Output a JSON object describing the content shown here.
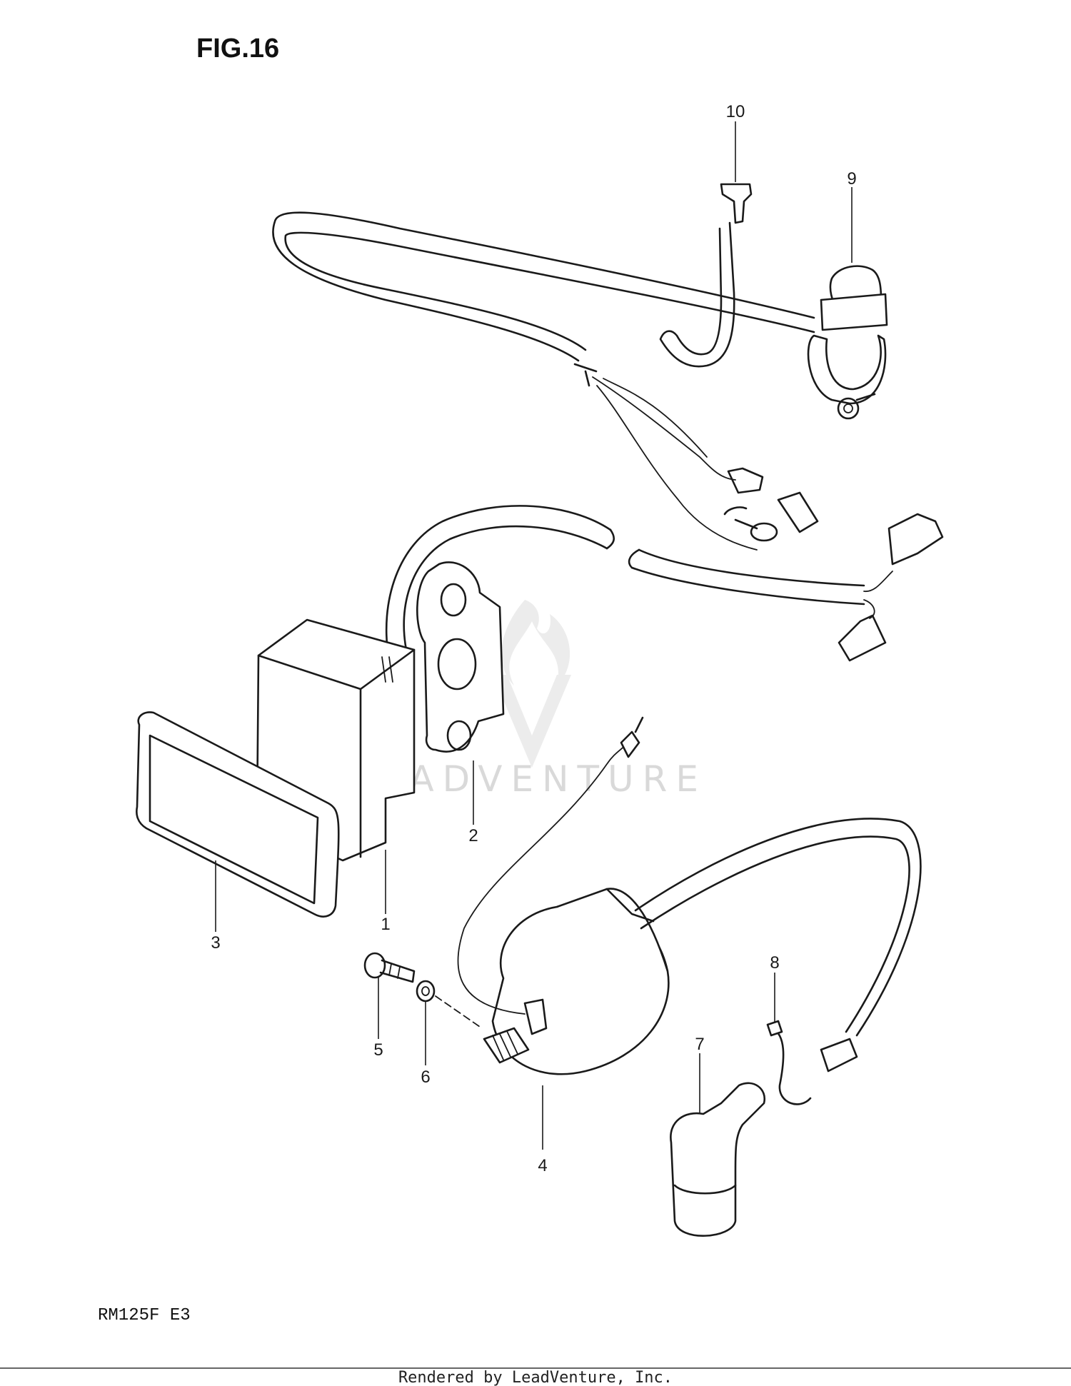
{
  "figure": {
    "title": "FIG.16",
    "model_code": "RM125F  E3"
  },
  "watermark": "LEADVENTURE",
  "footer": "Rendered by LeadVenture, Inc.",
  "callouts": [
    "1",
    "2",
    "3",
    "4",
    "5",
    "6",
    "7",
    "8",
    "9",
    "10"
  ],
  "colors": {
    "line": "#1a1a1a",
    "watermark": "#d9d9d9",
    "background": "#ffffff"
  }
}
